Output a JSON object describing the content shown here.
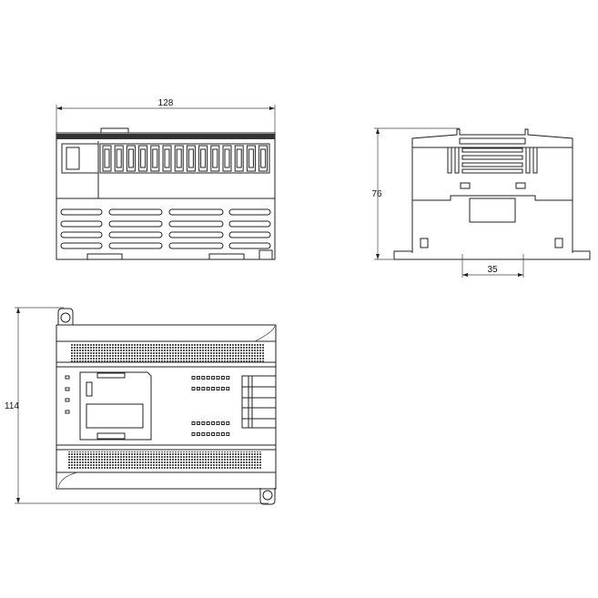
{
  "dimensions": {
    "width": "128",
    "depth": "76",
    "rail": "35",
    "height": "114"
  },
  "colors": {
    "line": "#222222",
    "mesh": "#555555",
    "background": "#ffffff"
  }
}
